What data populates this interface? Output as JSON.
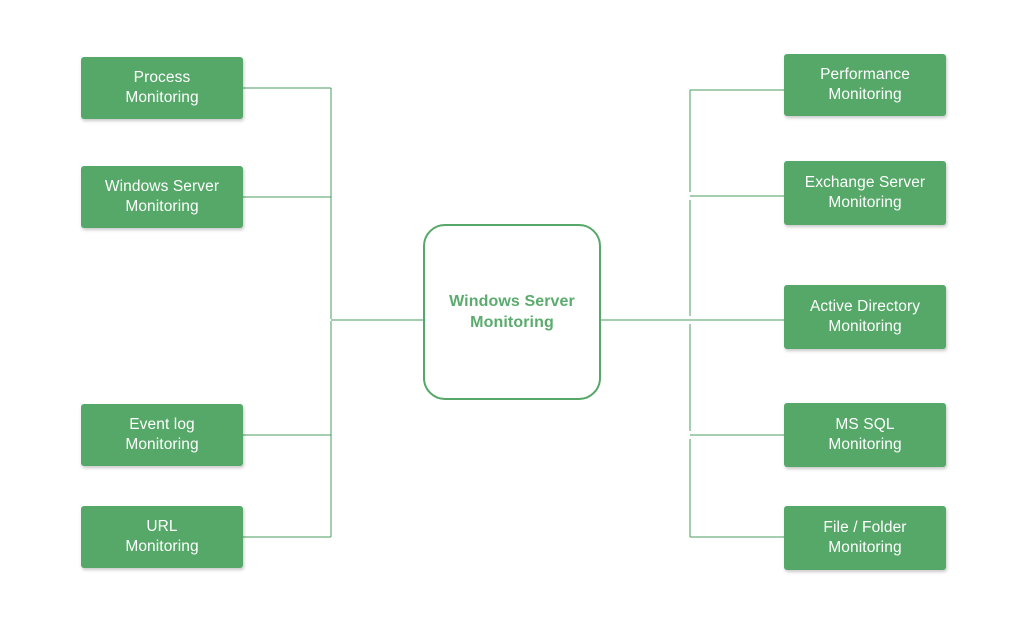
{
  "diagram": {
    "type": "mind-map",
    "title": "Windows Server Monitoring",
    "center": {
      "label": "Windows Server\nMonitoring",
      "text_color": "#5aab6d",
      "border_color": "#55a868",
      "fill": "#ffffff"
    },
    "colors": {
      "node_fill": "#55a868",
      "node_text": "#ffffff",
      "connector": "#4b9e63",
      "background": "#ffffff"
    },
    "left_branches": [
      {
        "label": "Process\nMonitoring"
      },
      {
        "label": "Windows Server\nMonitoring"
      },
      {
        "label": "Event log\nMonitoring"
      },
      {
        "label": "URL\nMonitoring"
      }
    ],
    "right_branches": [
      {
        "label": "Performance\nMonitoring"
      },
      {
        "label": "Exchange Server\nMonitoring"
      },
      {
        "label": "Active Directory\nMonitoring"
      },
      {
        "label": "MS SQL\nMonitoring"
      },
      {
        "label": "File / Folder\nMonitoring"
      }
    ]
  }
}
